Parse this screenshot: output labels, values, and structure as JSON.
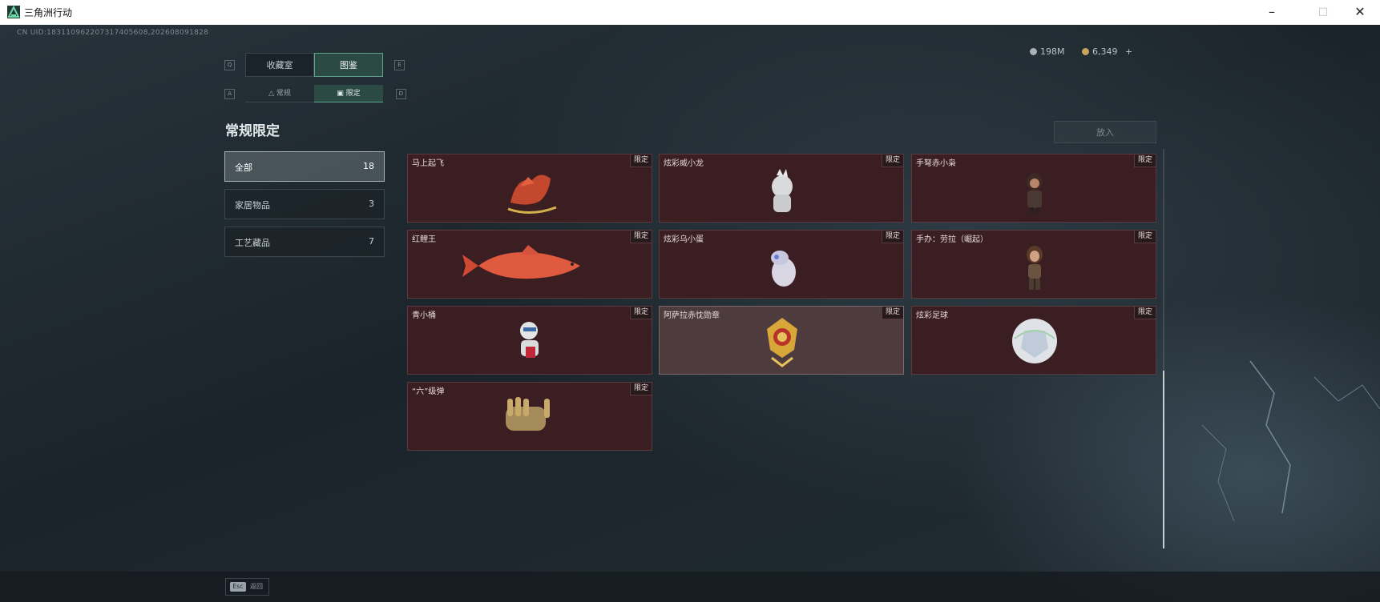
{
  "window": {
    "title": "三角洲行动",
    "minimize_icon": "minimize-icon",
    "maximize_icon": "maximize-icon",
    "close_icon": "close-icon"
  },
  "uid_text": "CN UID:183110962207317405608,202608091828",
  "currency": {
    "a": "198M",
    "b": "6,349",
    "b_plus": "+"
  },
  "main_tabs": [
    {
      "label": "收藏室",
      "key_left": "Q"
    },
    {
      "label": "图鉴",
      "key_right": "E",
      "active": true
    }
  ],
  "sub_tabs": [
    {
      "label": "常规",
      "key_left": "A",
      "icon": "flame-icon"
    },
    {
      "label": "限定",
      "key_right": "D",
      "icon": "image-icon",
      "active": true
    }
  ],
  "section_title": "常规限定",
  "categories": [
    {
      "label": "全部",
      "count": "18",
      "active": true
    },
    {
      "label": "家居物品",
      "count": "3"
    },
    {
      "label": "工艺藏品",
      "count": "7"
    }
  ],
  "put_button": "放入",
  "items": [
    {
      "name": "马上起飞",
      "tag": "限定",
      "art": "rocking-horse"
    },
    {
      "name": "炫彩威小龙",
      "tag": "限定",
      "art": "dragon-figure"
    },
    {
      "name": "手弩赤小枭",
      "tag": "限定",
      "art": "hooded-figure"
    },
    {
      "name": "红鲤王",
      "tag": "限定",
      "art": "red-carp"
    },
    {
      "name": "炫彩乌小蛋",
      "tag": "限定",
      "art": "egg-bird"
    },
    {
      "name": "手办：劳拉（崛起）",
      "tag": "限定",
      "art": "lara-figure"
    },
    {
      "name": "青小桶",
      "tag": "限定",
      "art": "robot-figure"
    },
    {
      "name": "阿萨拉赤忱勋章",
      "tag": "限定",
      "art": "gold-medal",
      "highlighted": true
    },
    {
      "name": "炫彩足球",
      "tag": "限定",
      "art": "soccer-ball"
    },
    {
      "name": "“六”级弹",
      "tag": "限定",
      "art": "bullet-hand"
    }
  ],
  "bottom": {
    "esc_key": "Esc",
    "esc_label": "返回"
  },
  "colors": {
    "accent_green": "#5fa58c",
    "card_bg": "#3b1e22",
    "card_highlight": "#4d3b3d"
  }
}
